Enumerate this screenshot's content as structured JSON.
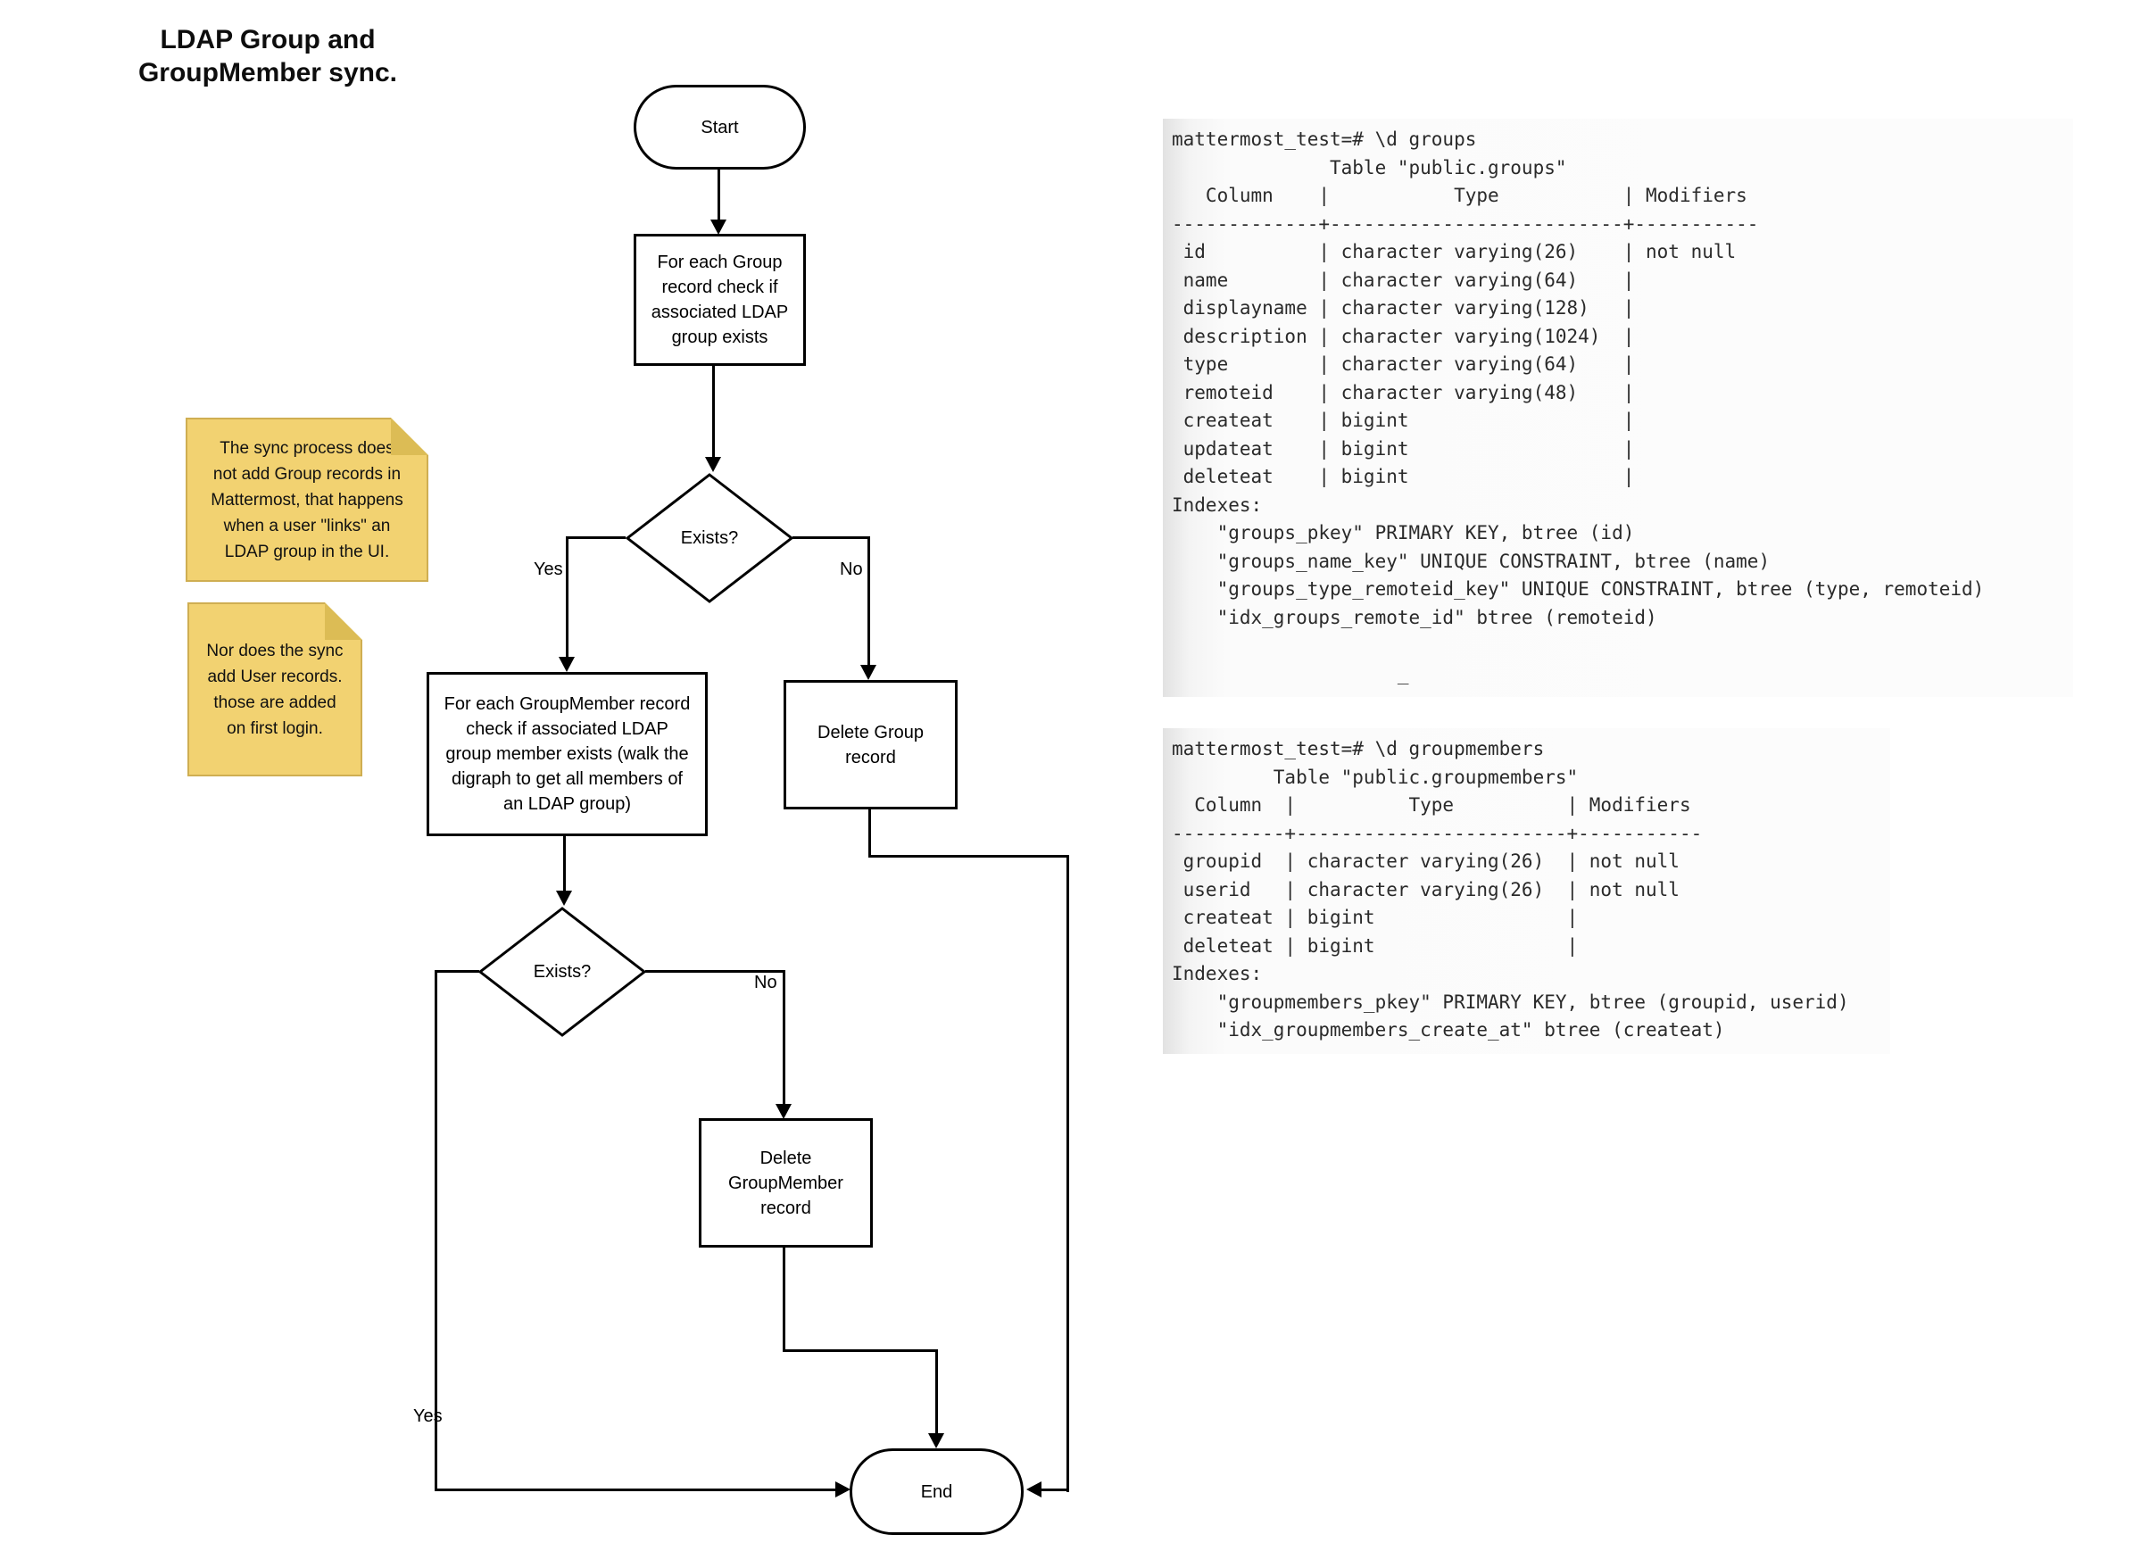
{
  "title": {
    "text": "LDAP Group and\nGroupMember sync."
  },
  "flowchart": {
    "start": "Start",
    "proc_group_check": "For each Group\nrecord check if\nassociated LDAP\ngroup exists",
    "decision_group_exists": "Exists?",
    "proc_groupmember_check": "For each GroupMember record\ncheck if associated LDAP\ngroup member exists (walk the\ndigraph to get all members of\nan LDAP group)",
    "proc_delete_group": "Delete Group\nrecord",
    "decision_member_exists": "Exists?",
    "proc_delete_groupmember": "Delete\nGroupMember\nrecord",
    "end": "End",
    "edges": {
      "yes1": "Yes",
      "no1": "No",
      "yes2": "Yes",
      "no2": "No"
    }
  },
  "notes": [
    {
      "text": "The sync process does\nnot add Group records in\nMattermost, that happens\nwhen a user \"links\" an\nLDAP group in the UI."
    },
    {
      "text": "Nor does the sync\nadd User records.\nthose are added\non first login."
    }
  ],
  "terminals": [
    {
      "command": "\\d groups",
      "lines": [
        "mattermost_test=# \\d groups",
        "              Table \"public.groups\"",
        "   Column    |           Type           | Modifiers",
        "-------------+--------------------------+-----------",
        " id          | character varying(26)    | not null",
        " name        | character varying(64)    |",
        " displayname | character varying(128)   |",
        " description | character varying(1024)  |",
        " type        | character varying(64)    |",
        " remoteid    | character varying(48)    |",
        " createat    | bigint                   |",
        " updateat    | bigint                   |",
        " deleteat    | bigint                   |",
        "Indexes:",
        "    \"groups_pkey\" PRIMARY KEY, btree (id)",
        "    \"groups_name_key\" UNIQUE CONSTRAINT, btree (name)",
        "    \"groups_type_remoteid_key\" UNIQUE CONSTRAINT, btree (type, remoteid)",
        "    \"idx_groups_remote_id\" btree (remoteid)",
        "",
        "                    _"
      ]
    },
    {
      "command": "\\d groupmembers",
      "lines": [
        "mattermost_test=# \\d groupmembers",
        "         Table \"public.groupmembers\"",
        "  Column  |          Type          | Modifiers",
        "----------+------------------------+-----------",
        " groupid  | character varying(26)  | not null",
        " userid   | character varying(26)  | not null",
        " createat | bigint                 |",
        " deleteat | bigint                 |",
        "Indexes:",
        "    \"groupmembers_pkey\" PRIMARY KEY, btree (groupid, userid)",
        "    \"idx_groupmembers_create_at\" btree (createat)"
      ]
    }
  ],
  "colors": {
    "note_fill": "#f2d271",
    "note_fold": "#dcbc55",
    "note_border": "#cfae52",
    "flow_stroke": "#000000",
    "terminal_text": "#2a2a2a",
    "terminal_edge": "#e2e2e2"
  }
}
